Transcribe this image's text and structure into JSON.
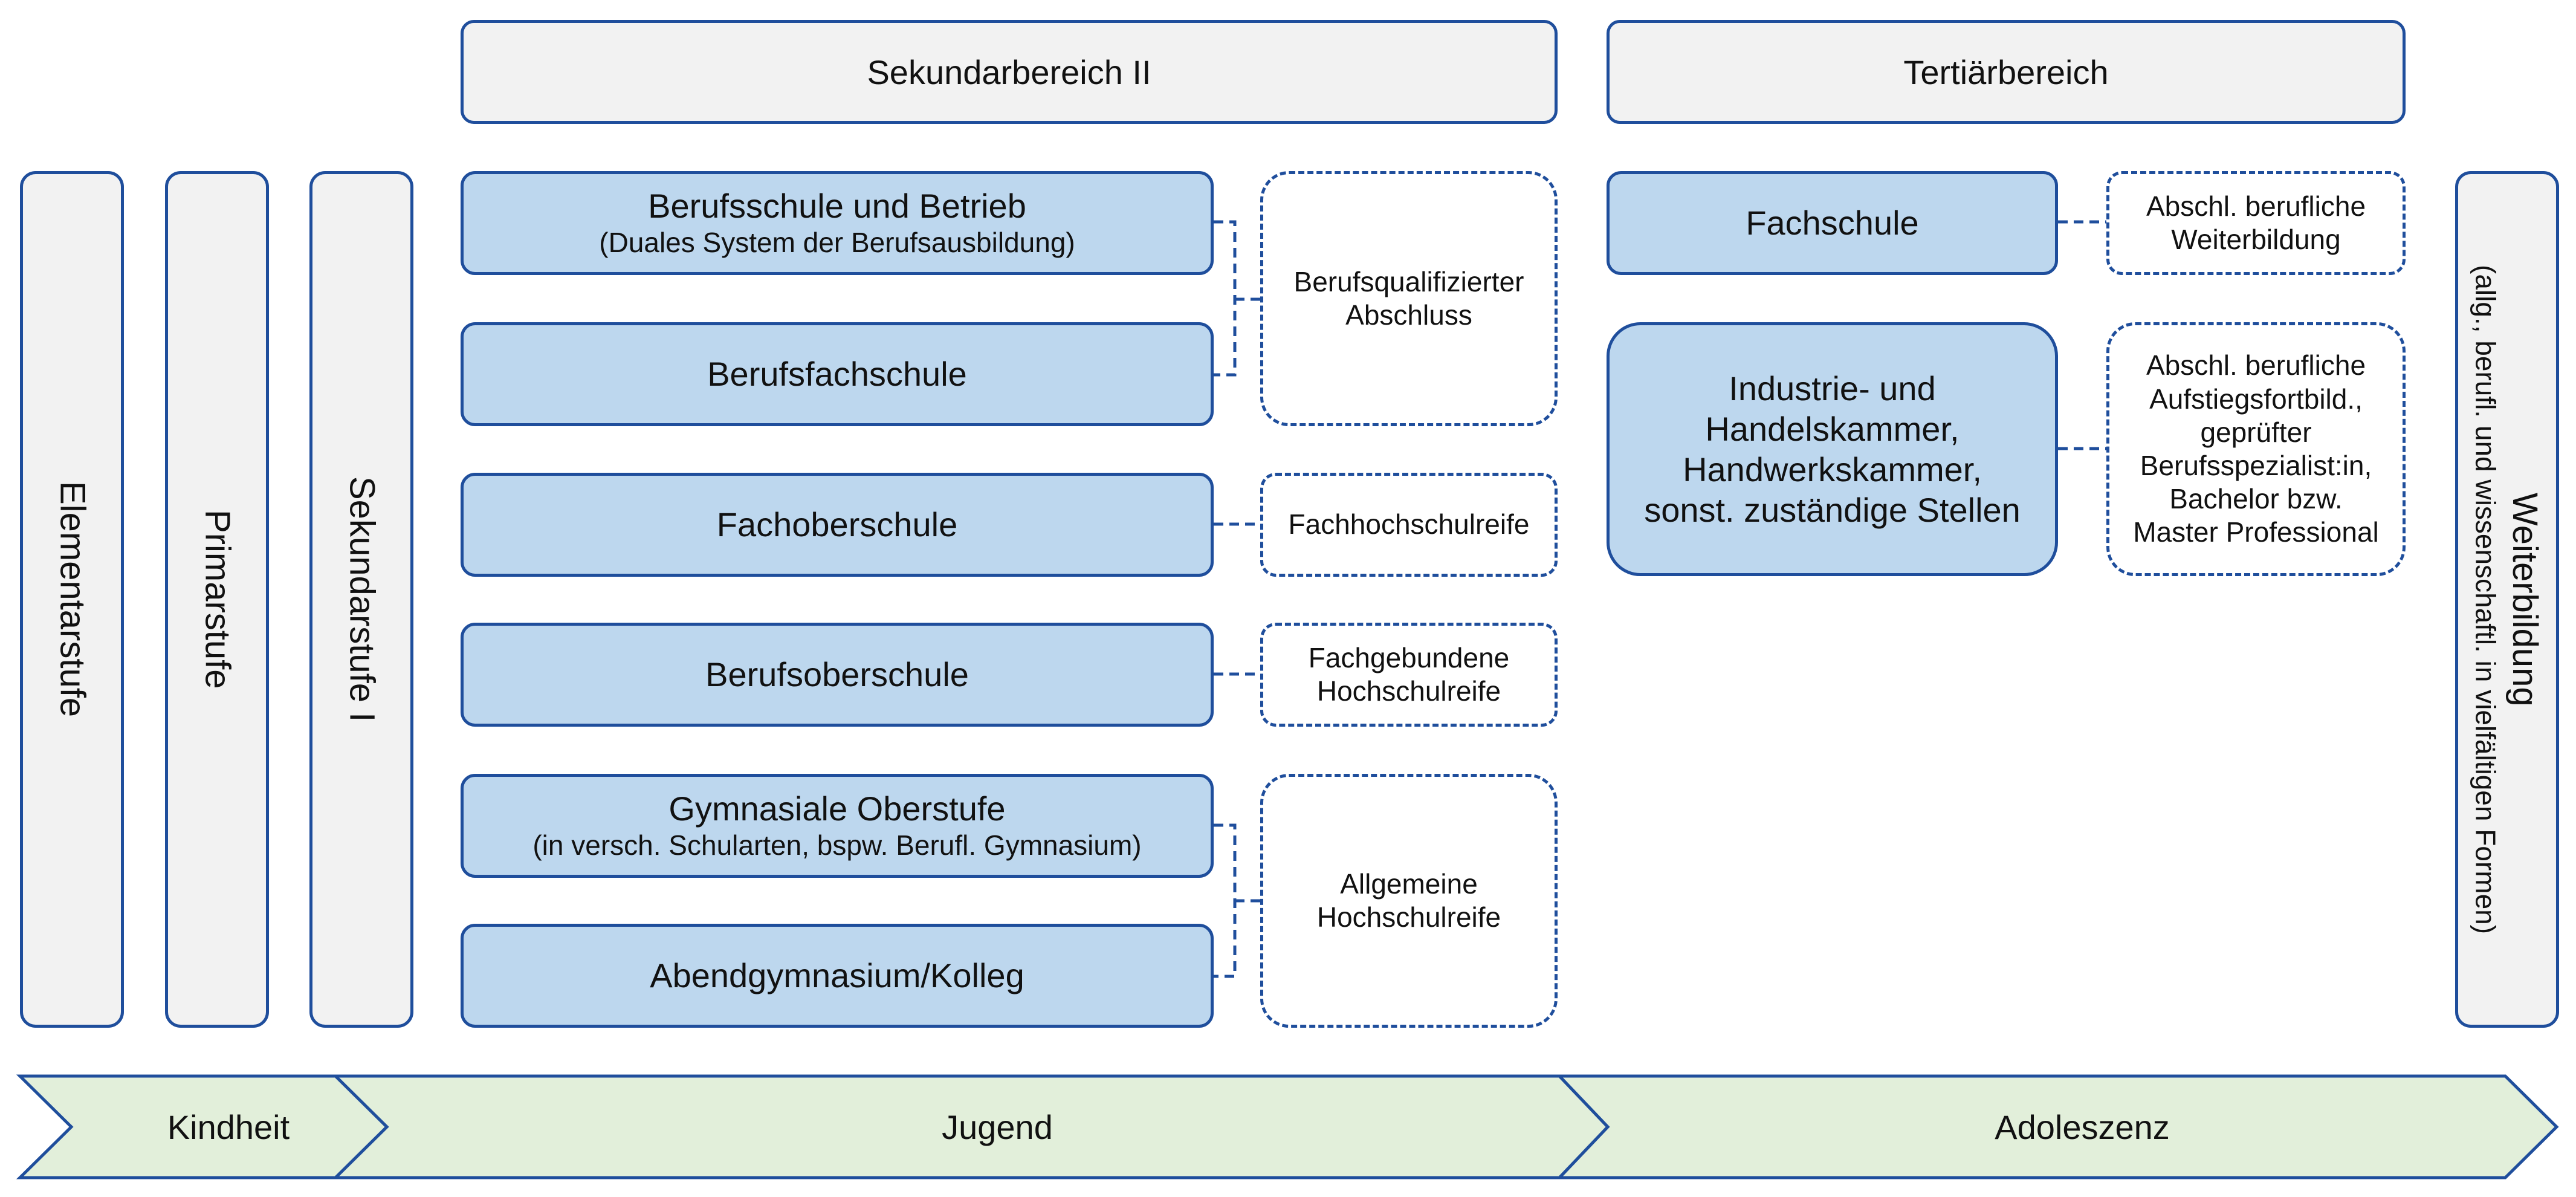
{
  "headers": {
    "sekundar2": "Sekundarbereich II",
    "tertiaer": "Tertiärbereich"
  },
  "columns": {
    "elementar": "Elementarstufe",
    "primar": "Primarstufe",
    "sekundar1": "Sekundarstufe I",
    "weiterbildung_line1": "Weiterbildung",
    "weiterbildung_line2": "(allg., berufl. und wissenschaftl. in vielfältigen Formen)"
  },
  "schools": {
    "berufsschule": {
      "title": "Berufsschule und Betrieb",
      "subtitle": "(Duales System der Berufsausbildung)"
    },
    "berufsfachschule": {
      "title": "Berufsfachschule"
    },
    "fachoberschule": {
      "title": "Fachoberschule"
    },
    "berufsoberschule": {
      "title": "Berufsoberschule"
    },
    "gymnasiale": {
      "title": "Gymnasiale Oberstufe",
      "subtitle": "(in versch. Schularten, bspw. Berufl. Gymnasium)"
    },
    "abendgymnasium": {
      "title": "Abendgymnasium/Kolleg"
    },
    "fachschule": {
      "title": "Fachschule"
    },
    "kammer": {
      "title": "Industrie- und Handelskammer, Handwerkskammer, sonst. zuständige Stellen"
    }
  },
  "qualifications": {
    "berufsqualifiziert": "Berufsqualifizierter Abschluss",
    "fachhochschulreife": "Fachhochschulreife",
    "fachgebunden": "Fachgebundene Hochschulreife",
    "allgemein": "Allgemeine Hochschulreife",
    "weiterbildung_abschluss": "Abschl. berufliche Weiterbildung",
    "aufstieg": "Abschl. berufliche Aufstiegsfortbild., geprüfter Berufsspezialist:in, Bachelor bzw. Master Professional"
  },
  "timeline": {
    "kindheit": "Kindheit",
    "jugend": "Jugend",
    "adoleszenz": "Adoleszenz"
  },
  "colors": {
    "border": "#1f4e9c",
    "box_fill": "#bdd7ee",
    "header_fill": "#f2f2f2",
    "timeline_fill": "#e2efda"
  }
}
